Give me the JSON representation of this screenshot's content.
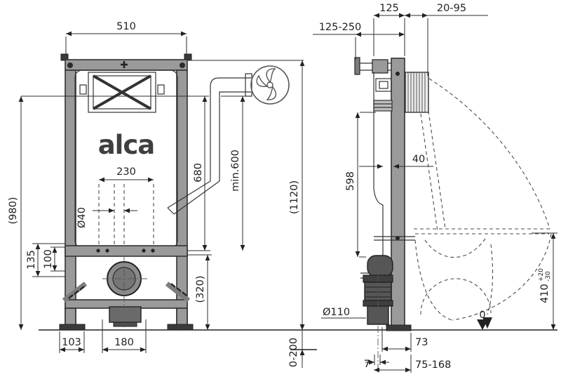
{
  "logo": "alca",
  "colors": {
    "frame_gray": "#9a9a9a",
    "dark_pipe": "#565656",
    "line": "#2e2e2e",
    "logo_gray": "#3f3f3f",
    "background": "#ffffff"
  },
  "front": {
    "dim_width_510": "510",
    "dim_stud_spacing_230": "230",
    "dim_flushpipe_dia": "Ø40",
    "dim_height_980": "(980)",
    "dim_135": "135",
    "dim_100": "100",
    "dim_supply_680": "680",
    "dim_min_600": "min.600",
    "dim_total_height_1120": "(1120)",
    "dim_320": "(320)",
    "dim_foot_103": "103",
    "dim_drain_180": "180",
    "dim_floor_range_0_200": "0-200"
  },
  "side": {
    "dim_depth_range_125_250": "125-250",
    "dim_depth_125": "125",
    "dim_plate_range_20_95": "20-95",
    "dim_40": "40",
    "dim_598": "598",
    "dim_waste_dia": "Ø110",
    "dim_pan_height_410": "410",
    "dim_pan_tol_plus": "+20",
    "dim_pan_tol_minus": "-30",
    "dim_73": "73",
    "dim_7": "7",
    "dim_outlet_range_75_168": "75-168",
    "floor_zero": "0"
  }
}
